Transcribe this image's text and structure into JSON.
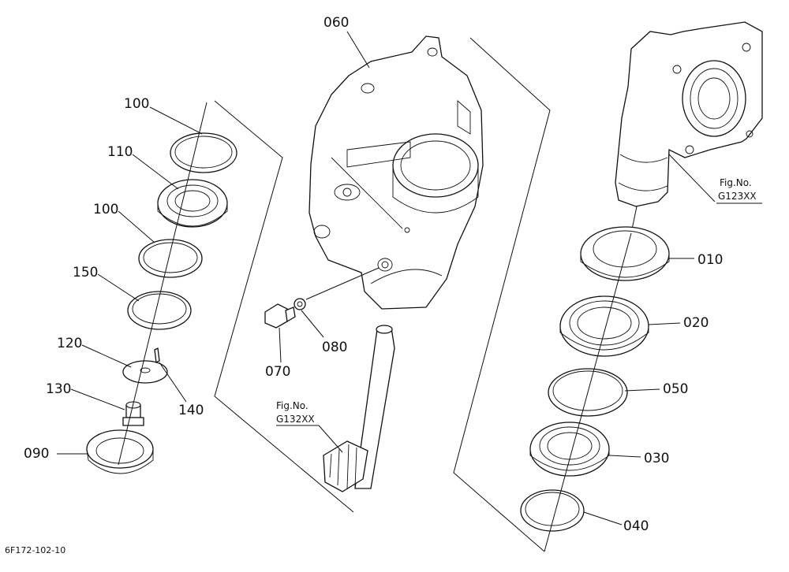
{
  "footer_code": "6F172-102-10",
  "colors": {
    "line": "#111111",
    "background": "#ffffff"
  },
  "parts": {
    "p010": "010",
    "p020": "020",
    "p030": "030",
    "p040": "040",
    "p050": "050",
    "p060": "060",
    "p070": "070",
    "p080": "080",
    "p090": "090",
    "p100a": "100",
    "p100b": "100",
    "p110": "110",
    "p120": "120",
    "p130": "130",
    "p140": "140",
    "p150": "150"
  },
  "fig_refs": {
    "ref1": {
      "caption": "Fig.No.",
      "number": "G123XX"
    },
    "ref2": {
      "caption": "Fig.No.",
      "number": "G132XX"
    }
  }
}
